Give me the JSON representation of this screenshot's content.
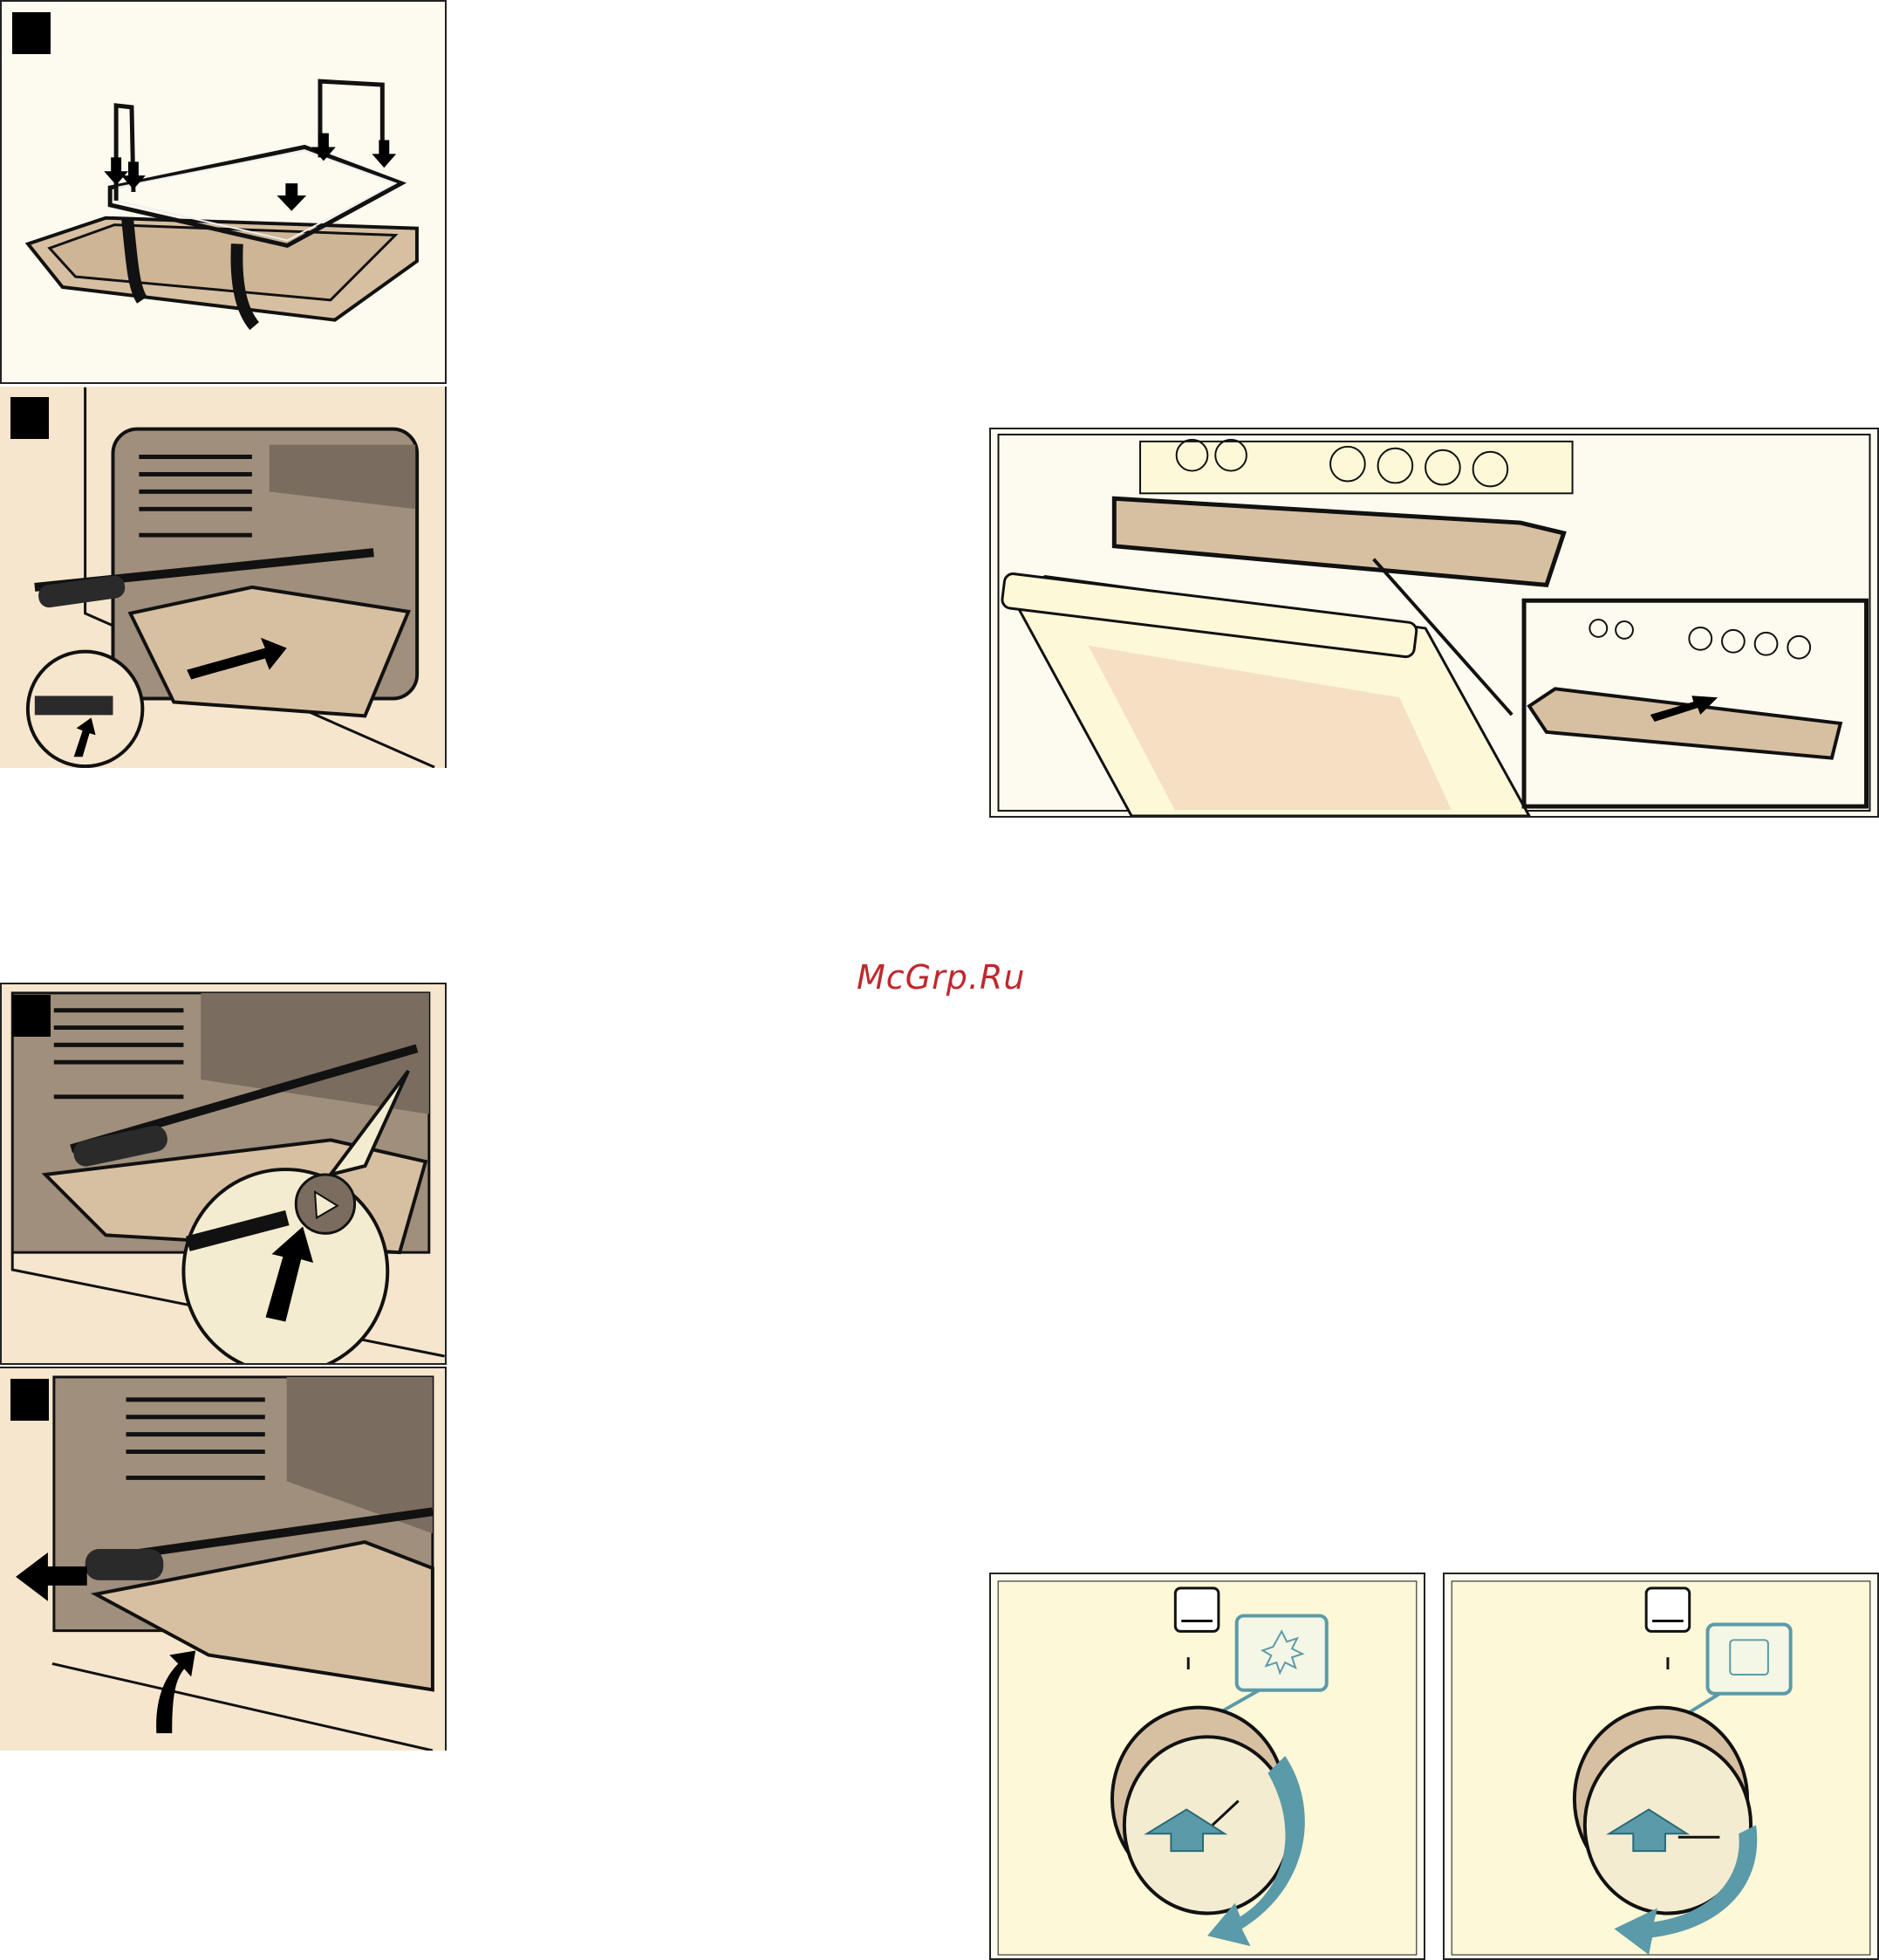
{
  "watermark": {
    "text": "McGrp.Ru",
    "color": "#c0282d"
  },
  "palette": {
    "cream": "#f6e6cd",
    "tan": "#d7c0a2",
    "shadow": "#7a6c5f",
    "teal": "#5b9aa8",
    "pale": "#fdf8d8"
  },
  "figures": [
    {
      "icon": "spit-frame-on-tray-figure",
      "marker": "step-1"
    },
    {
      "icon": "spit-insert-in-oven-figure",
      "marker": "step-2"
    },
    {
      "icon": "spit-engage-drive-figure",
      "marker": "step-3"
    },
    {
      "icon": "spit-remove-figure",
      "marker": "step-4"
    },
    {
      "icon": "fit-grill-tray-below-door-figure"
    },
    {
      "icon": "knob-rotate-grill-figure"
    },
    {
      "icon": "knob-rotate-oven-figure"
    }
  ]
}
